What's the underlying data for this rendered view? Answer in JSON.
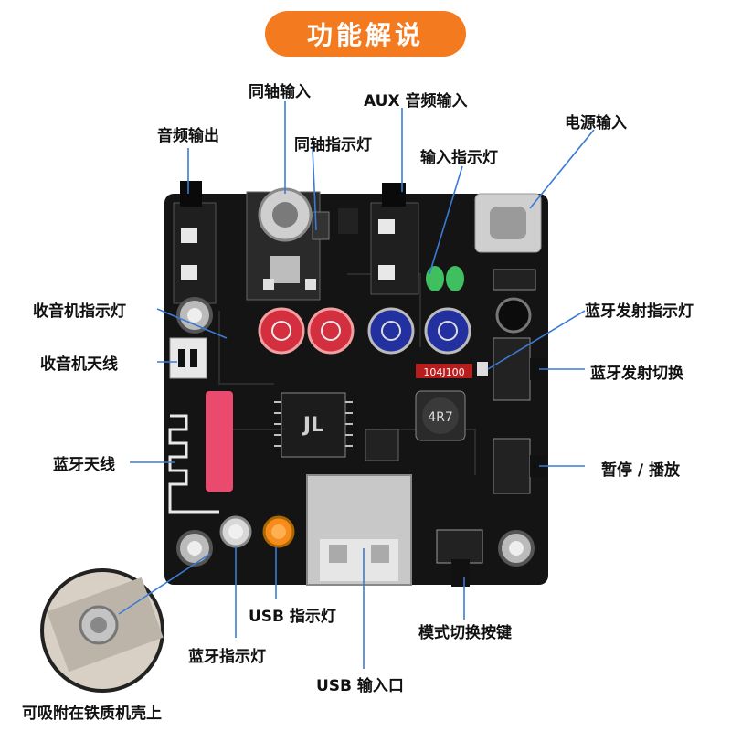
{
  "title": "功能解说",
  "labels": {
    "audio_out": "音频输出",
    "coax_in": "同轴输入",
    "coax_led": "同轴指示灯",
    "aux_in": "AUX 音频输入",
    "input_led": "输入指示灯",
    "power_in": "电源输入",
    "radio_led": "收音机指示灯",
    "radio_antenna": "收音机天线",
    "bt_antenna": "蓝牙天线",
    "bt_tx_led": "蓝牙发射指示灯",
    "bt_tx_switch": "蓝牙发射切换",
    "pause_play": "暂停 / 播放",
    "usb_led": "USB 指示灯",
    "mode_key": "模式切换按键",
    "bt_led": "蓝牙指示灯",
    "usb_in": "USB 输入口",
    "magnet": "可吸附在铁质机壳上"
  },
  "pcb": {
    "chip_logo": "JL",
    "inductor_text": "4R7",
    "resistor_text": "104J100",
    "colors": {
      "board": "#141414",
      "accent": "#f47a1f",
      "silk": "#d8d8d8"
    }
  }
}
